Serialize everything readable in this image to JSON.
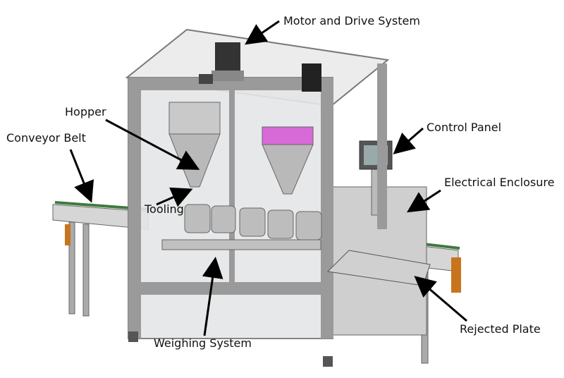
{
  "labels": {
    "motor": "Motor and Drive System",
    "hopper": "Hopper",
    "conveyor": "Conveyor Belt",
    "control_panel": "Control Panel",
    "electrical": "Electrical Enclosure",
    "tooling": "Tooling",
    "weighing": "Weighing System",
    "rejected": "Rejected Plate"
  },
  "colors": {
    "frame": "#8a8a8a",
    "glass": "#e4e6e8",
    "belt": "#3e7a3e",
    "accent": "#d86ad8",
    "foot": "#c8741c"
  }
}
